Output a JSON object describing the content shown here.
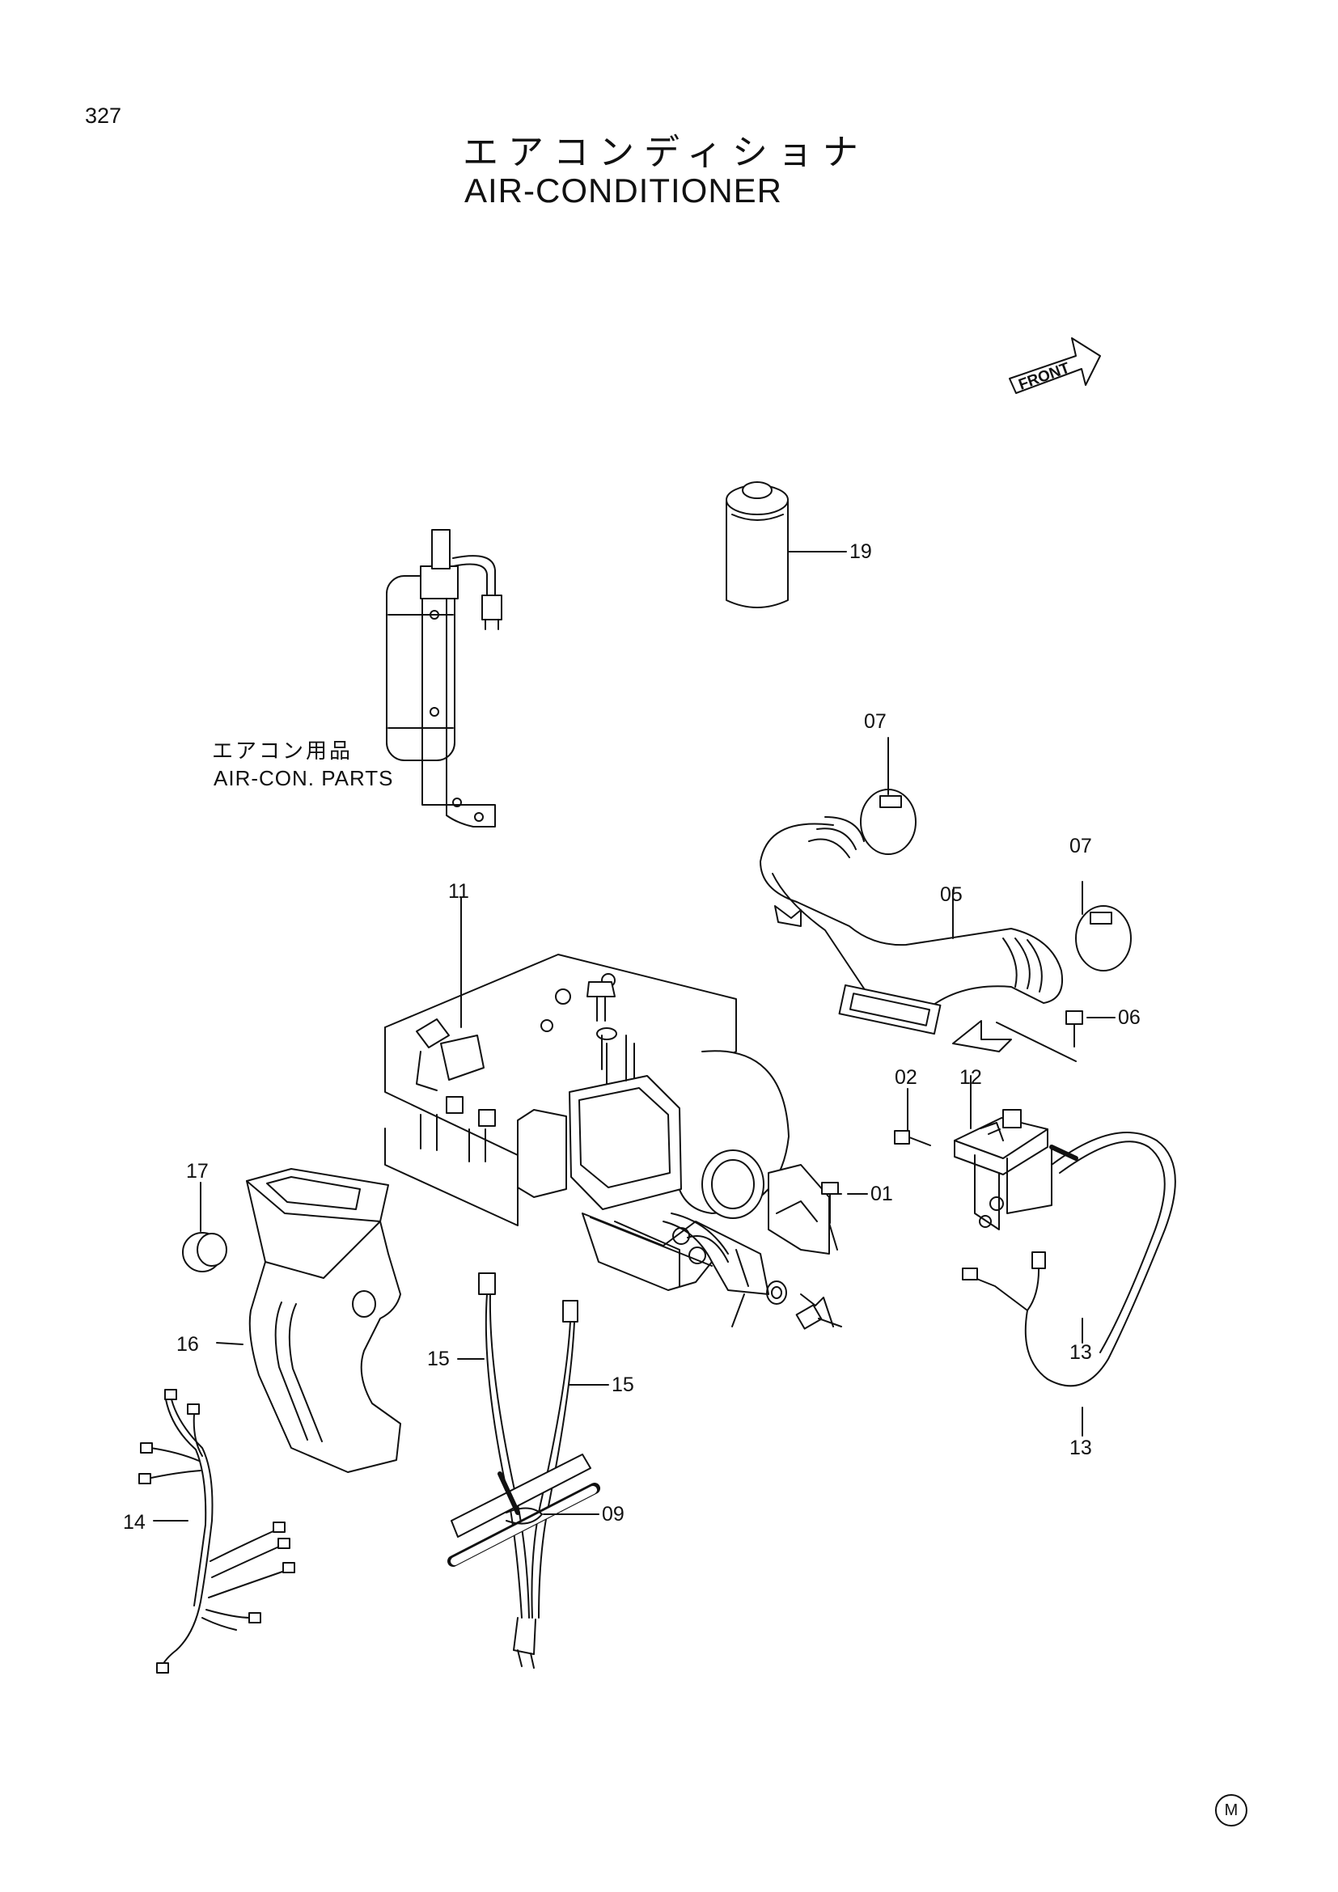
{
  "header": {
    "page_number": "327",
    "title_jp": "エアコンディショナ",
    "title_en": "AIR-CONDITIONER"
  },
  "sub_assembly": {
    "label_jp": "エアコン用品",
    "label_en": "AIR-CON. PARTS"
  },
  "orientation": {
    "arrow_label": "FRONT"
  },
  "callouts": {
    "c01": "01",
    "c02": "02",
    "c05": "05",
    "c06": "06",
    "c07a": "07",
    "c07b": "07",
    "c09": "09",
    "c11": "11",
    "c12": "12",
    "c13a": "13",
    "c13b": "13",
    "c14": "14",
    "c15a": "15",
    "c15b": "15",
    "c16": "16",
    "c17": "17",
    "c19": "19"
  },
  "footer": {
    "mark": "M"
  }
}
